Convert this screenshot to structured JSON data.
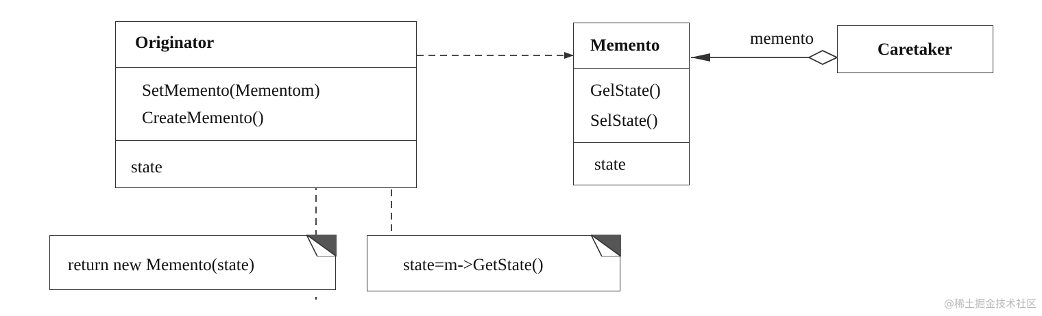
{
  "originator": {
    "name": "Originator",
    "operations": [
      "SetMemento(Mementom)",
      "CreateMemento()"
    ],
    "attributes": [
      "state"
    ]
  },
  "memento": {
    "name": "Memento",
    "operations": [
      "GelState()",
      "SelState()"
    ],
    "attributes": [
      "state"
    ]
  },
  "caretaker": {
    "name": "Caretaker",
    "association_label": "memento"
  },
  "notes": {
    "create_memento_note": "return new Memento(state)",
    "set_memento_note": "state=m->GetState()"
  },
  "watermark": "@稀土掘金技术社区",
  "colors": {
    "line": "#333333",
    "note_corner": "#555555",
    "watermark": "#b8b8b8"
  }
}
